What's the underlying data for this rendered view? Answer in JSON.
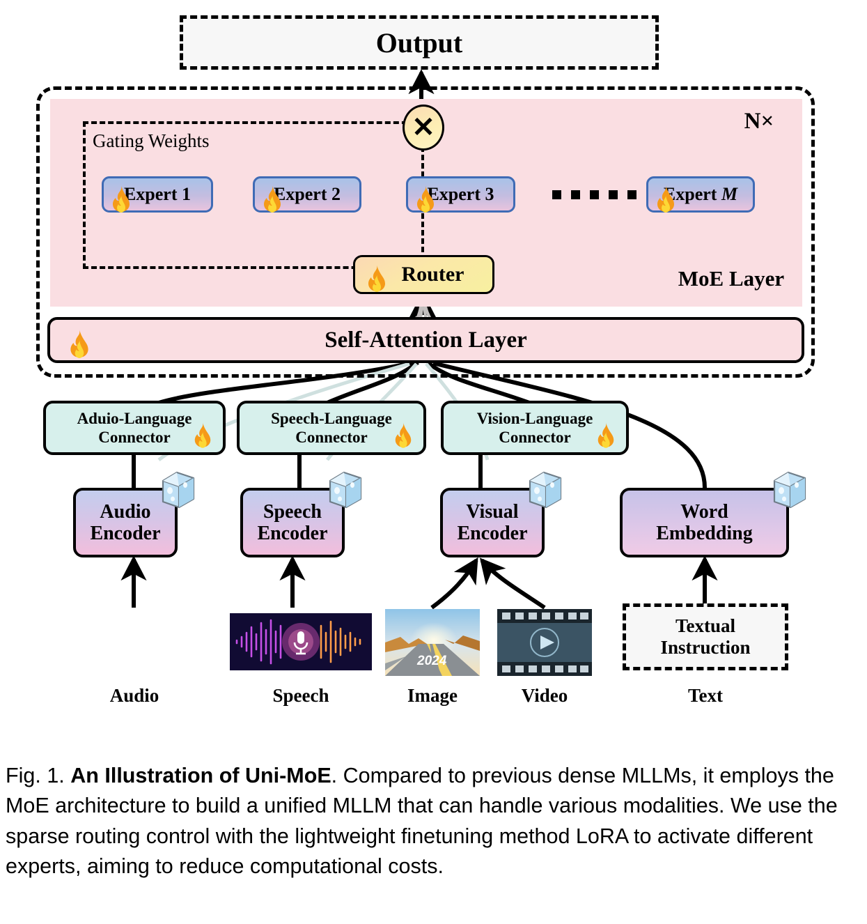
{
  "figure": {
    "output_box": {
      "label": "Output"
    },
    "moe_block": {
      "repeat_label": "N×",
      "layer_label": "MoE Layer",
      "gating_label": "Gating Weights",
      "multiply_symbol": "✕",
      "experts": [
        {
          "label": "Expert 1",
          "tunable_icon": "fire-icon"
        },
        {
          "label": "Expert 2",
          "tunable_icon": "fire-icon"
        },
        {
          "label": "Expert 3",
          "tunable_icon": "fire-icon"
        },
        {
          "label_prefix": "Expert ",
          "label_italic": "M",
          "tunable_icon": "fire-icon"
        }
      ],
      "ellipsis": "▪ ▪ ▪ ▪ ▪",
      "router": {
        "label": "Router",
        "tunable_icon": "fire-icon"
      },
      "self_attention": {
        "label": "Self-Attention Layer",
        "tunable_icon": "fire-icon"
      }
    },
    "connectors": [
      {
        "line1": "Aduio-Language",
        "line2": "Connector",
        "tunable_icon": "fire-icon"
      },
      {
        "line1": "Speech-Language",
        "line2": "Connector",
        "tunable_icon": "fire-icon"
      },
      {
        "line1": "Vision-Language",
        "line2": "Connector",
        "tunable_icon": "fire-icon"
      }
    ],
    "encoders": [
      {
        "line1": "Audio",
        "line2": "Encoder",
        "frozen_icon": "ice-cube-icon"
      },
      {
        "line1": "Speech",
        "line2": "Encoder",
        "frozen_icon": "ice-cube-icon"
      },
      {
        "line1": "Visual",
        "line2": "Encoder",
        "frozen_icon": "ice-cube-icon"
      },
      {
        "line1": "Word",
        "line2": "Embedding",
        "frozen_icon": "ice-cube-icon"
      }
    ],
    "inputs": [
      {
        "label": "Audio",
        "icon": "audio-waveform-icon"
      },
      {
        "label": "Speech",
        "icon": "speech-microphone-waveform-icon"
      },
      {
        "label": "Image",
        "icon": "road-photo-thumbnail-icon",
        "overlay_text": "2024"
      },
      {
        "label": "Video",
        "icon": "film-strip-play-icon"
      },
      {
        "label": "Text",
        "icon": "textual-instruction-box"
      }
    ],
    "textual_instruction": {
      "line1": "Textual",
      "line2": "Instruction"
    }
  },
  "caption": {
    "prefix": "Fig. 1. ",
    "bold": "An Illustration of Uni-MoE",
    "rest": ". Compared to previous dense MLLMs, it employs the MoE architecture to build a unified MLLM that can handle various modalities. We use the sparse routing control with the lightweight finetuning method LoRA to activate different experts, aiming to reduce computational costs."
  },
  "colors": {
    "moe_panel": "#fadee2",
    "expert_fill_top": "#a8c2e8",
    "expert_fill_bottom": "#e8c4de",
    "expert_border": "#3f6bb5",
    "connector_fill": "#d7f0ec",
    "router_fill": "#fbe8a8",
    "outline": "#000000"
  }
}
